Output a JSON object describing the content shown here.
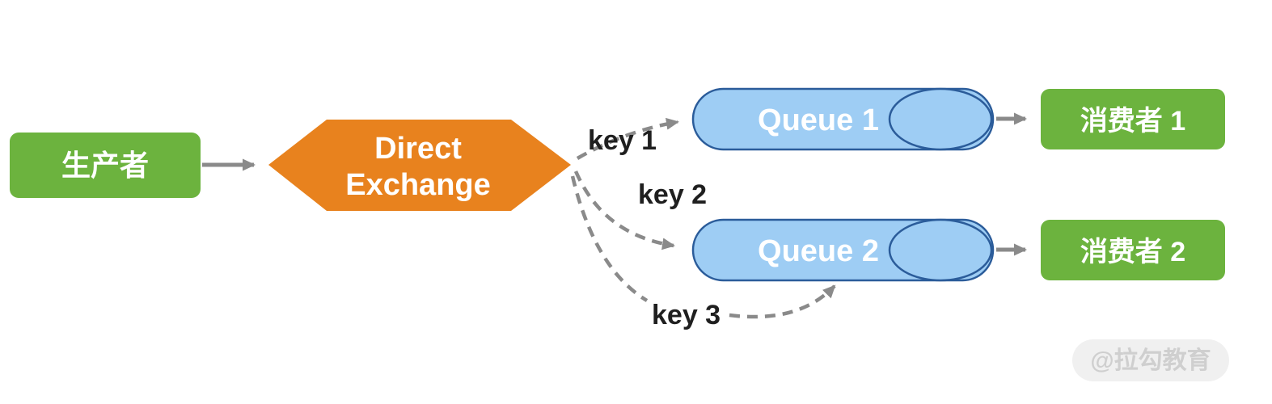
{
  "diagram": {
    "producer": {
      "label": "生产者"
    },
    "exchange": {
      "line1": "Direct",
      "line2": "Exchange"
    },
    "routing_keys": [
      {
        "label": "key 1",
        "from": "Direct Exchange",
        "to": "Queue 1"
      },
      {
        "label": "key 2",
        "from": "Direct Exchange",
        "to": "Queue 2"
      },
      {
        "label": "key 3",
        "from": "Direct Exchange",
        "to": "Queue 2"
      }
    ],
    "queues": [
      {
        "label": "Queue 1"
      },
      {
        "label": "Queue 2"
      }
    ],
    "consumers": [
      {
        "label": "消费者 1"
      },
      {
        "label": "消费者 2"
      }
    ],
    "edges": [
      {
        "from": "生产者",
        "to": "Direct Exchange",
        "style": "solid"
      },
      {
        "from": "Queue 1",
        "to": "消费者 1",
        "style": "solid"
      },
      {
        "from": "Queue 2",
        "to": "消费者 2",
        "style": "solid"
      }
    ],
    "watermark": {
      "label": "@拉勾教育"
    },
    "colors": {
      "green": "#6CB33E",
      "orange": "#E8821E",
      "queue_fill": "#9ECDF4",
      "queue_border": "#2B5C9A",
      "arrow_gray": "#8A8A8A",
      "key_text": "#1F1F1F",
      "watermark_bg": "#E6E6E6"
    }
  }
}
